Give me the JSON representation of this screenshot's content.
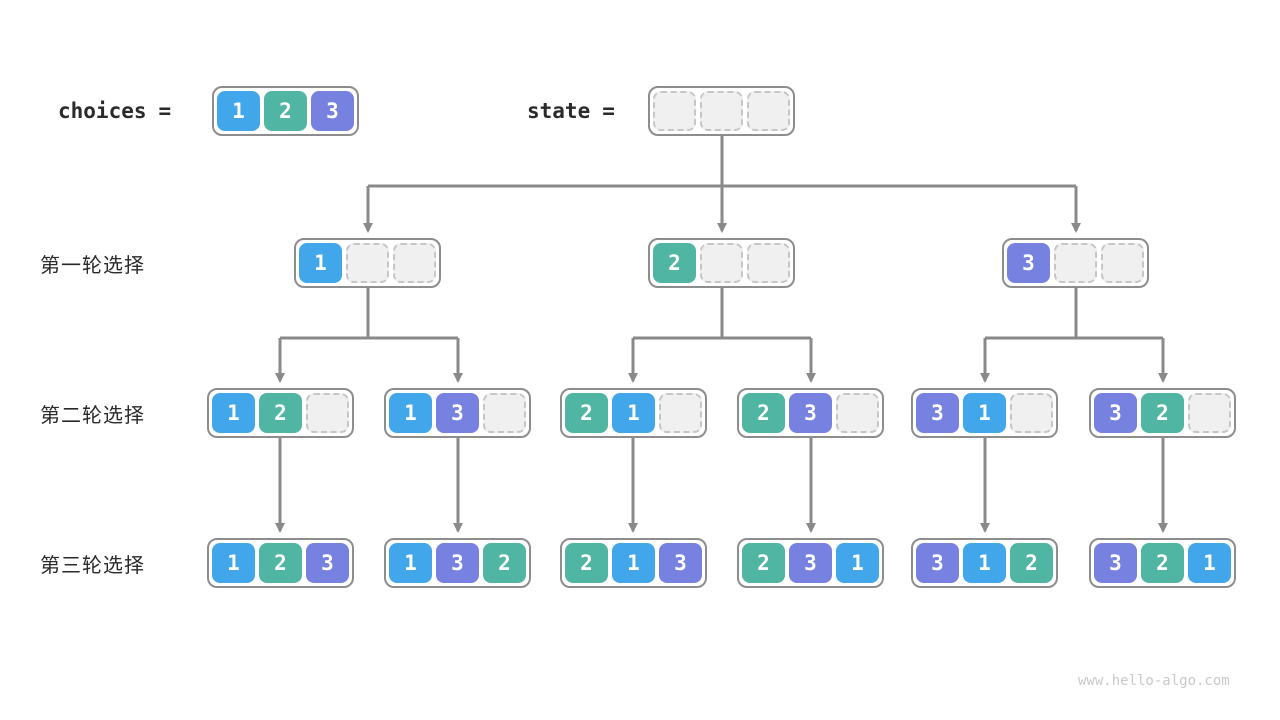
{
  "header": {
    "choices_label": "choices",
    "state_label": "state",
    "equals": "=",
    "choices_cells": [
      "1",
      "2",
      "3"
    ],
    "state_cells": [
      "",
      "",
      ""
    ]
  },
  "rows": [
    {
      "label": "第一轮选择",
      "nodes": [
        [
          "1",
          "",
          ""
        ],
        [
          "2",
          "",
          ""
        ],
        [
          "3",
          "",
          ""
        ]
      ]
    },
    {
      "label": "第二轮选择",
      "nodes": [
        [
          "1",
          "2",
          ""
        ],
        [
          "1",
          "3",
          ""
        ],
        [
          "2",
          "1",
          ""
        ],
        [
          "2",
          "3",
          ""
        ],
        [
          "3",
          "1",
          ""
        ],
        [
          "3",
          "2",
          ""
        ]
      ]
    },
    {
      "label": "第三轮选择",
      "nodes": [
        [
          "1",
          "2",
          "3"
        ],
        [
          "1",
          "3",
          "2"
        ],
        [
          "2",
          "1",
          "3"
        ],
        [
          "2",
          "3",
          "1"
        ],
        [
          "3",
          "1",
          "2"
        ],
        [
          "3",
          "2",
          "1"
        ]
      ]
    }
  ],
  "colors": {
    "1": "#41a6ea",
    "2": "#50b5a2",
    "3": "#7781e0",
    "empty_fill": "#f0f0f0",
    "empty_border": "#c6c6c6",
    "node_border": "#8d8d8d",
    "arrow": "#8a8a8a",
    "text": "#2a2a2a",
    "watermark": "#c9c9c9"
  },
  "footer": {
    "watermark": "www.hello-algo.com"
  }
}
